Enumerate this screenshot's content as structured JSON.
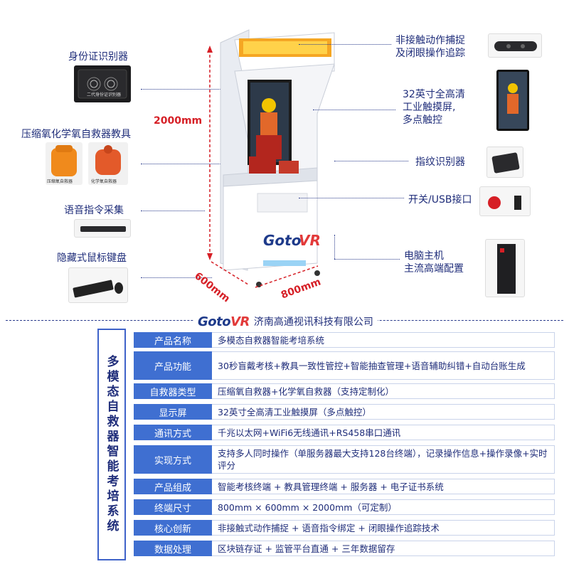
{
  "labels": {
    "id_reader": "身份证识别器",
    "respirator_kit": "压缩氧化学氧自救器教具",
    "voice_input": "语音指令采集",
    "keyboard": "隐藏式鼠标键盘",
    "gesture_line1": "非接触动作捕捉",
    "gesture_line2": "及闭眼操作追踪",
    "screen_line1": "32英寸全高清",
    "screen_line2": "工业触摸屏,",
    "screen_line3": "多点触控",
    "fingerprint": "指纹识别器",
    "switch_usb": "开关/USB接口",
    "pc_line1": "电脑主机",
    "pc_line2": "主流高端配置"
  },
  "dimensions": {
    "height": "2000mm",
    "depth": "600mm",
    "width": "800mm"
  },
  "thumb_captions": {
    "compressed": "压缩氧自救器",
    "chemical": "化学氧自救器",
    "id_reader_text": "二代身份证识别器"
  },
  "company": {
    "logo_main": "Goto",
    "logo_vr": "VR",
    "name": "济南高通视讯科技有限公司"
  },
  "spec": {
    "side_title": "多模态自救器智能考培系统",
    "rows": [
      {
        "key": "产品名称",
        "value": "多模态自救器智能考培系统"
      },
      {
        "key": "产品功能",
        "value": "30秒盲戴考核+教具一致性管控+智能抽查管理+语音辅助纠错+自动台账生成"
      },
      {
        "key": "自救器类型",
        "value": "压缩氧自救器+化学氧自救器（支持定制化）"
      },
      {
        "key": "显示屏",
        "value": "32英寸全高清工业触摸屏（多点触控）"
      },
      {
        "key": "通讯方式",
        "value": "千兆以太网+WiFi6无线通讯+RS458串口通讯"
      },
      {
        "key": "实现方式",
        "value": "支持多人同时操作（单服务器最大支持128台终端），记录操作信息+操作录像+实时评分"
      },
      {
        "key": "产品组成",
        "value": "智能考核终端 + 教具管理终端 + 服务器 + 电子证书系统"
      },
      {
        "key": "终端尺寸",
        "value": "800mm × 600mm × 2000mm（可定制）"
      },
      {
        "key": "核心创新",
        "value": "非接触式动作捕捉 + 语音指令绑定 + 闭眼操作追踪技术"
      },
      {
        "key": "数据处理",
        "value": "区块链存证 + 监管平台直通 + 三年数据留存"
      }
    ]
  },
  "colors": {
    "accent": "#3f6fd1",
    "dim_red": "#d61f26",
    "text_navy": "#1f2d7a"
  }
}
